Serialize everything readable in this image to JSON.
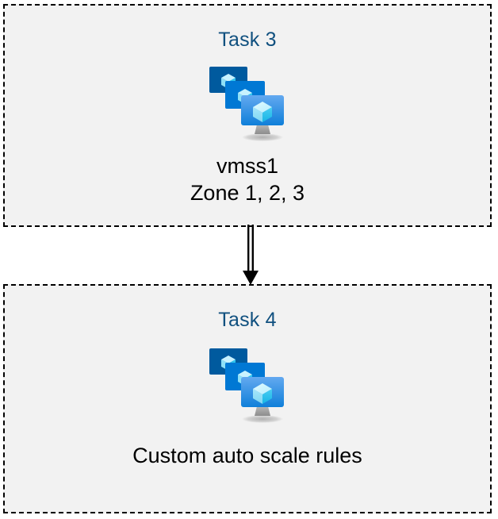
{
  "diagram": {
    "type": "flow",
    "background_color": "#ffffff",
    "box_fill_color": "#f2f2f2",
    "box_border_color": "#000000",
    "box_border_style": "dashed",
    "title_color": "#10507f",
    "caption_color": "#000000",
    "connector": {
      "name": "double-line-arrow",
      "direction": "down",
      "from": "Task 3",
      "to": "Task 4",
      "color": "#000000"
    },
    "nodes": [
      {
        "id": "task3",
        "title": "Task 3",
        "icon": "vm-scale-set-icon",
        "caption_lines": [
          "vmss1",
          "Zone 1, 2, 3"
        ]
      },
      {
        "id": "task4",
        "title": "Task 4",
        "icon": "vm-scale-set-icon",
        "caption_lines": [
          "Custom auto scale rules"
        ]
      }
    ]
  },
  "icon_colors": {
    "monitor_back": "#005A9E",
    "monitor_mid": "#0078D4",
    "monitor_front_top": "#5CA4EE",
    "monitor_front_bottom": "#0F7FD9",
    "cube_top": "#C8F2FF",
    "cube_left": "#8FE0F7",
    "cube_right": "#2FC4EE",
    "stand": "#A6A6A6",
    "base_shadow": "#C8C8C8"
  }
}
